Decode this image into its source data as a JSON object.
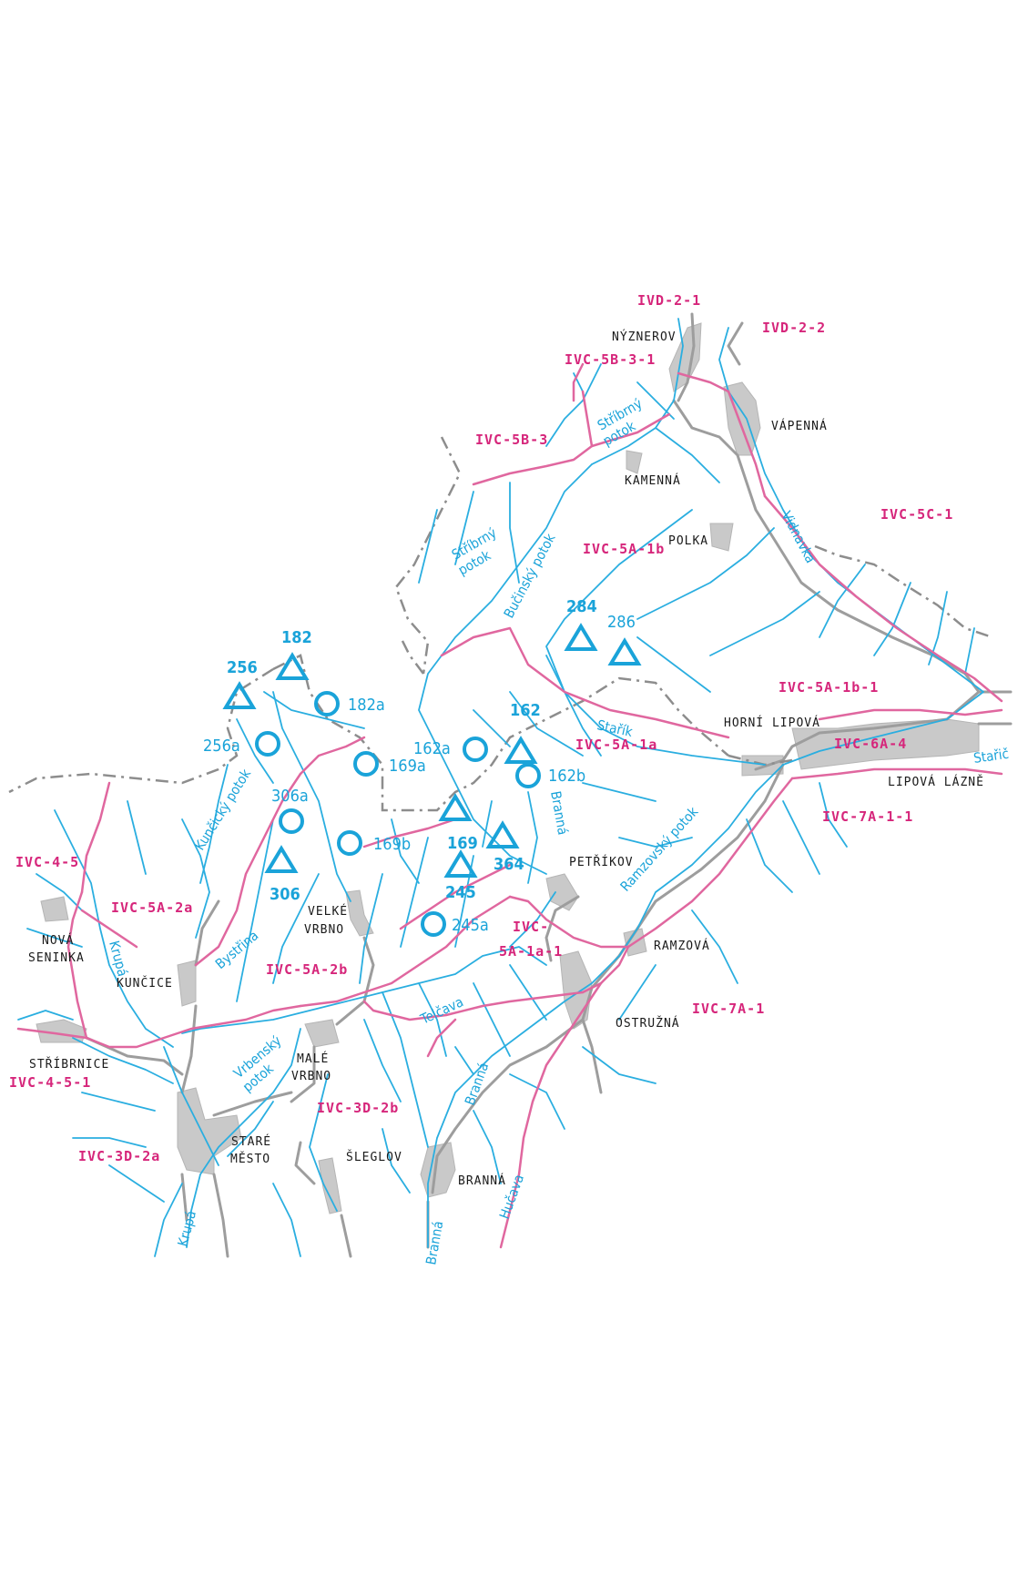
{
  "colors": {
    "river": "#2aaee0",
    "boundary": "#e0679f",
    "road": "#9a9a9a",
    "settlement": "#c8c8c8",
    "label_zone": "#d6267b",
    "label_site": "#1aa3d9"
  },
  "zones": {
    "z1": "IVD-2-1",
    "z2": "IVD-2-2",
    "z3": "IVC-5B-3-1",
    "z4": "IVC-5B-3",
    "z5": "IVC-5C-1",
    "z6": "IVC-5A-1b",
    "z7": "IVC-5A-1b-1",
    "z8": "IVC-5A-1a",
    "z9": "IVC-6A-4",
    "z10": "IVC-7A-1-1",
    "z11": "IVC-4-5",
    "z12": "IVC-5A-2a",
    "z13": "IVC-5A-2b",
    "z14a": "IVC-",
    "z14b": "5A-1a-1",
    "z15": "IVC-7A-1",
    "z16": "IVC-4-5-1",
    "z17": "IVC-3D-2a",
    "z18": "IVC-3D-2b"
  },
  "towns": {
    "t1": "NÝZNEROV",
    "t2": "VÁPENNÁ",
    "t3": "KAMENNÁ",
    "t4": "POLKA",
    "t5": "HORNÍ LIPOVÁ",
    "t6": "LIPOVÁ LÁZNĚ",
    "t7": "PETŘÍKOV",
    "t8": "RAMZOVÁ",
    "t9": "OSTRUŽNÁ",
    "t10a": "VELKÉ",
    "t10b": "VRBNO",
    "t11a": "NOVÁ",
    "t11b": "SENINKA",
    "t12": "KUNČICE",
    "t13": "STŘÍBRNICE",
    "t14a": "MALÉ",
    "t14b": "VRBNO",
    "t15a": "STARÉ",
    "t15b": "MĚSTO",
    "t16": "ŠLEGLOV",
    "t17": "BRANNÁ"
  },
  "rivers": {
    "r1a": "Stříbrný",
    "r1b": "potok",
    "r2a": "Stříbrný",
    "r2b": "potok",
    "r3": "Bučinský potok",
    "r4": "Vidnavka",
    "r5": "Stařík",
    "r6": "Stařič",
    "r7": "Branná",
    "r8": "Ramzovský potok",
    "r9": "Kunčický potok",
    "r10": "Bystřina",
    "r11": "Krupá",
    "r12": "Telčava",
    "r13a": "Vrbenský",
    "r13b": "potok",
    "r14": "Branná",
    "r15": "Branná",
    "r16": "Hučava",
    "r17": "Krupá"
  },
  "sites": {
    "s1": "182",
    "s2": "256",
    "s3": "182a",
    "s4": "256a",
    "s5": "169a",
    "s6": "306a",
    "s7": "169b",
    "s8": "306",
    "s9": "162a",
    "s10": "162",
    "s11": "162b",
    "s12": "169",
    "s13": "364",
    "s14": "245",
    "s15": "245a",
    "s16": "284",
    "s17": "286"
  }
}
